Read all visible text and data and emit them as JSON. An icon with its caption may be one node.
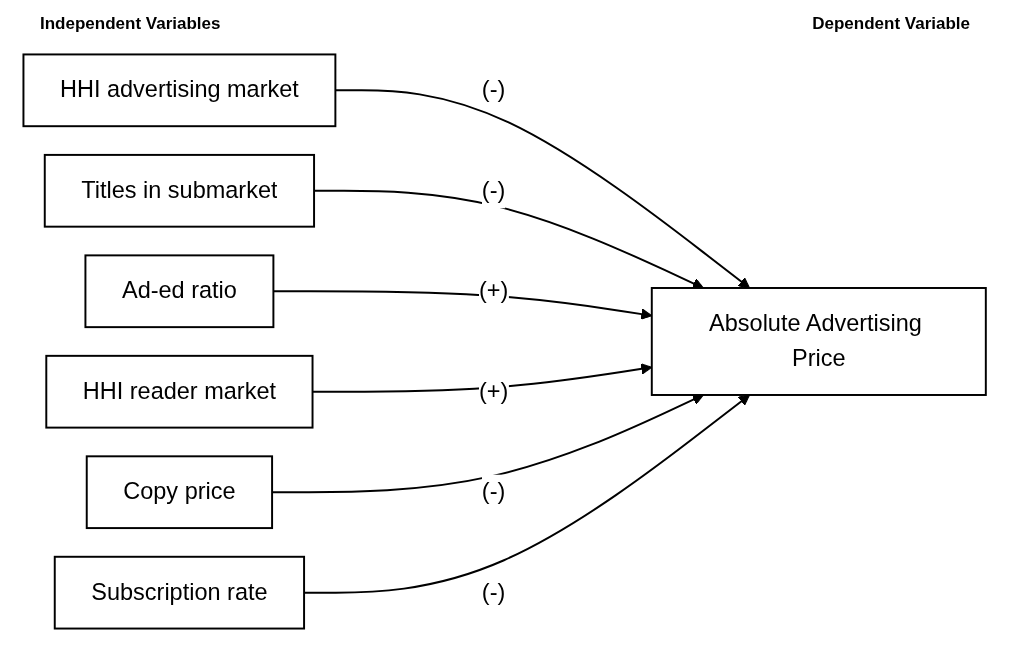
{
  "diagram": {
    "nodes": [
      {
        "text": [
          "HHI advertising market"
        ]
      },
      {
        "text": [
          "Titles in submarket"
        ]
      },
      {
        "text": [
          "Ad-ed ratio"
        ]
      },
      {
        "text": [
          "HHI reader market"
        ]
      },
      {
        "text": [
          "Copy price"
        ]
      },
      {
        "text": [
          "Subscription rate"
        ]
      },
      {
        "text": [
          "Absolute Advertising Price"
        ]
      }
    ],
    "edges": [
      {
        "from": 0,
        "to": 6,
        "arrow": "to",
        "label": "(-)"
      },
      {
        "from": 1,
        "to": 6,
        "arrow": "to",
        "label": "(-)"
      },
      {
        "from": 2,
        "to": 6,
        "arrow": "to",
        "label": "(+)"
      },
      {
        "from": 3,
        "to": 6,
        "arrow": "to",
        "label": "(+)"
      },
      {
        "from": 4,
        "to": 6,
        "arrow": "to",
        "label": "(-)"
      },
      {
        "from": 5,
        "to": 6,
        "arrow": "to",
        "label": "(-)"
      }
    ],
    "labels": [
      "Independent Variables",
      "Dependent Variable"
    ]
  }
}
